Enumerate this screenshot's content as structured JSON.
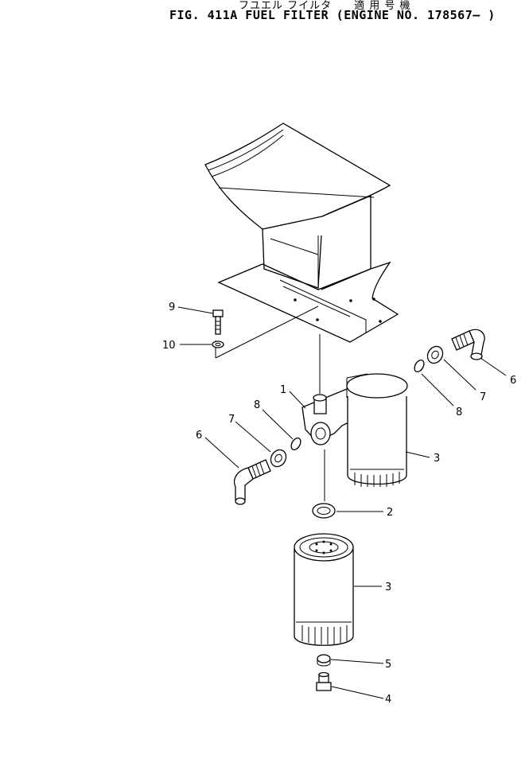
{
  "header": {
    "title_jp": "フユエル フイルタ　　適 用 号 機",
    "title": "FIG. 411A   FUEL  FILTER   (ENGINE NO. 178567— )"
  },
  "callouts": [
    {
      "id": "1",
      "label": "1"
    },
    {
      "id": "2",
      "label": "2"
    },
    {
      "id": "3a",
      "label": "3"
    },
    {
      "id": "3b",
      "label": "3"
    },
    {
      "id": "4",
      "label": "4"
    },
    {
      "id": "5",
      "label": "5"
    },
    {
      "id": "6a",
      "label": "6"
    },
    {
      "id": "6b",
      "label": "6"
    },
    {
      "id": "7a",
      "label": "7"
    },
    {
      "id": "7b",
      "label": "7"
    },
    {
      "id": "8a",
      "label": "8"
    },
    {
      "id": "8b",
      "label": "8"
    },
    {
      "id": "9",
      "label": "9"
    },
    {
      "id": "10",
      "label": "10"
    }
  ]
}
